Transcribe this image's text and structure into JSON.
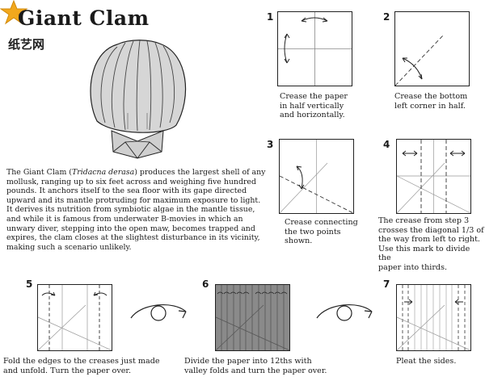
{
  "title": "Giant Clam",
  "watermark": "纸艺网",
  "intro": {
    "p1": "The Giant Clam (",
    "species": "Tridacna derasa",
    "p2": ") produces the largest shell of any mollusk, ranging up to six feet across and weighing five hundred pounds. It anchors itself to the sea floor with its gape directed upward and its mantle protruding for maximum exposure to light. It derives its nutrition from symbiotic algae in the mantle tissue, and while it is famous from underwater B-movies in which an unwary diver, stepping into the open maw, becomes trapped and expires, the clam closes at the slightest disturbance in its vicinity, making such a scenario unlikely."
  },
  "steps": [
    {
      "number": "1",
      "caption": [
        "Crease the paper",
        "in half vertically",
        "and horizontally."
      ]
    },
    {
      "number": "2",
      "caption": [
        "Crease the bottom",
        "left corner in half."
      ]
    },
    {
      "number": "3",
      "caption": [
        "Crease connecting",
        "the two points",
        "shown."
      ]
    },
    {
      "number": "4",
      "caption": [
        "The crease from step 3",
        "crosses the diagonal 1/3 of",
        "the way from left to right.",
        "Use this mark to divide the",
        "paper into thirds."
      ]
    },
    {
      "number": "5",
      "caption": [
        "Fold the edges to the creases just made",
        "and unfold. Turn the paper over."
      ]
    },
    {
      "number": "6",
      "caption": [
        "Divide the paper into 12ths with",
        "valley folds and turn the paper over."
      ]
    },
    {
      "number": "7",
      "caption": [
        "Pleat the sides."
      ]
    }
  ],
  "colors": {
    "paper": "#ffffff",
    "paper_back": "#8a8a8a",
    "line": "#333333",
    "crease": "#888888"
  }
}
